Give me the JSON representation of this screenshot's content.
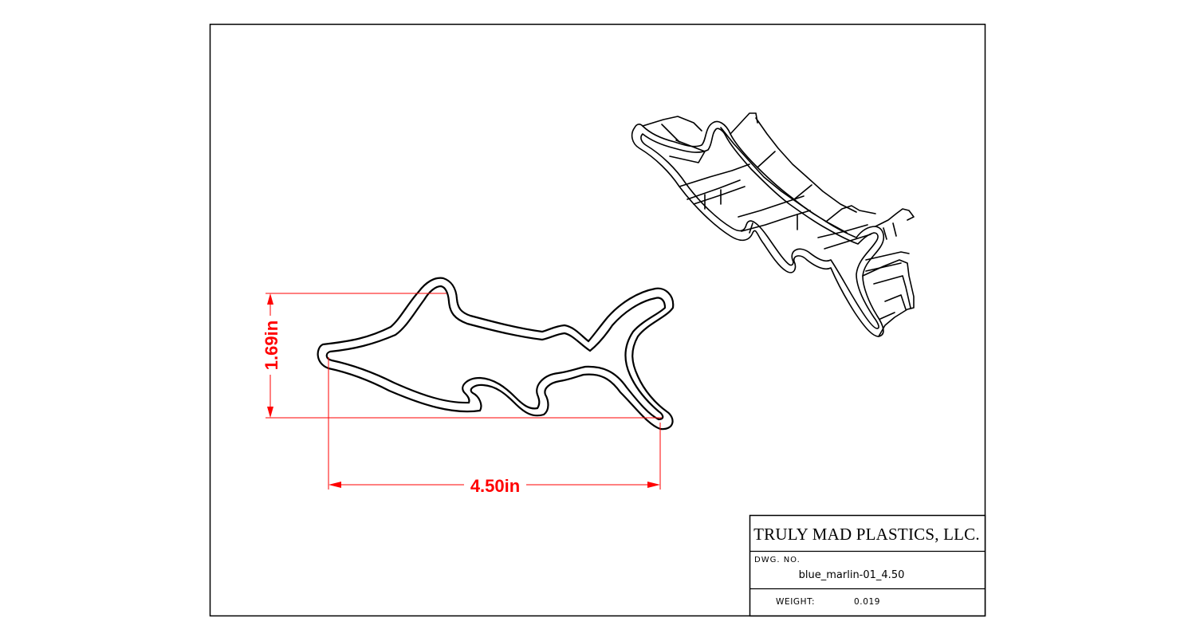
{
  "dimensions": {
    "height_label": "1.69in",
    "width_label": "4.50in"
  },
  "title_block": {
    "company": "TRULY MAD PLASTICS, LLC.",
    "dwg_no_label": "DWG. NO.",
    "dwg_no_value": "blue_marlin-01_4.50",
    "weight_label": "WEIGHT:",
    "weight_value": "0.019"
  },
  "colors": {
    "dimension": "#ff0000",
    "line": "#000000",
    "background": "#ffffff"
  }
}
